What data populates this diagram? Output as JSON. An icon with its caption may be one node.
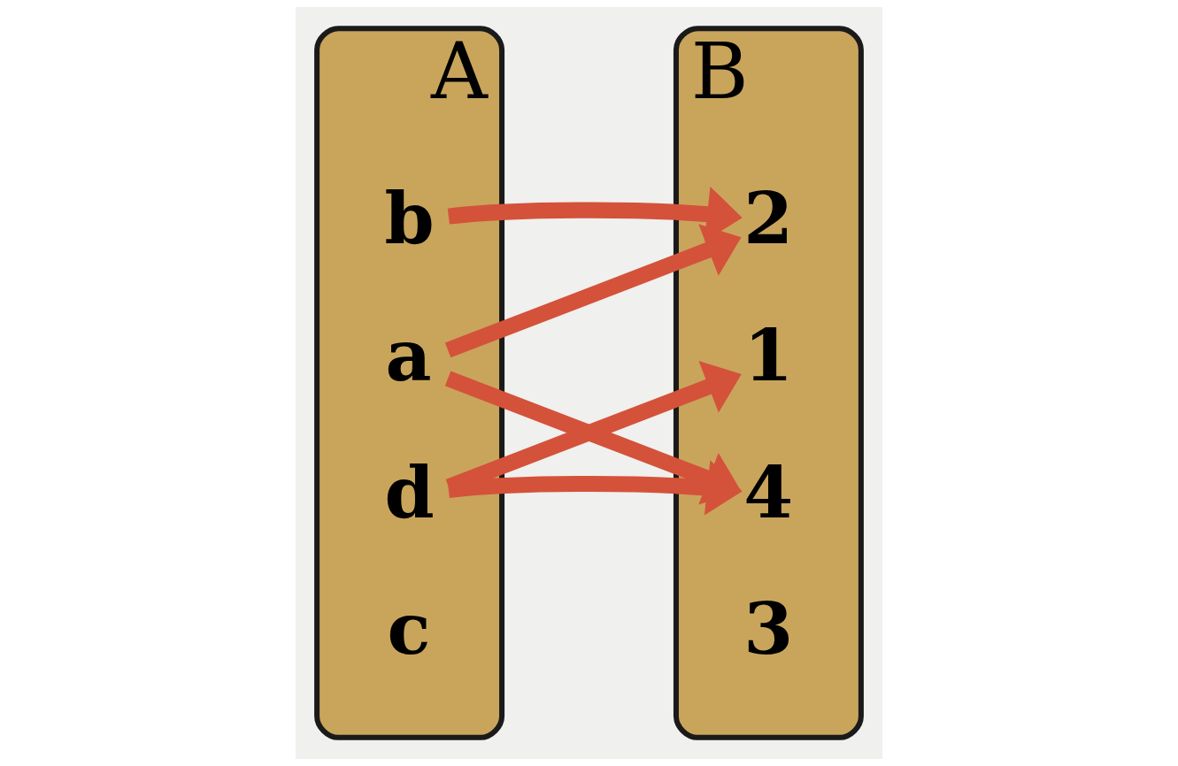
{
  "diagram": {
    "nodes": [
      {
        "text": [
          "A"
        ]
      },
      {
        "text": [
          "a"
        ],
        "in": 0
      },
      {
        "text": [
          "b"
        ],
        "in": 0
      },
      {
        "text": [
          "c"
        ],
        "in": 0
      },
      {
        "text": [
          "d"
        ],
        "in": 0
      },
      {
        "text": [
          "B"
        ]
      },
      {
        "text": [
          "1"
        ],
        "in": 5
      },
      {
        "text": [
          "2"
        ],
        "in": 5
      },
      {
        "text": [
          "3"
        ],
        "in": 5
      },
      {
        "text": [
          "4"
        ],
        "in": 5
      }
    ],
    "edges": [
      {
        "from": 1,
        "to": 7,
        "arrow": "to"
      },
      {
        "from": 1,
        "to": 9,
        "arrow": "to"
      },
      {
        "from": 2,
        "to": 7,
        "arrow": "to"
      },
      {
        "from": 4,
        "to": 6,
        "arrow": "to"
      },
      {
        "from": 4,
        "to": 9,
        "arrow": "to"
      }
    ]
  }
}
